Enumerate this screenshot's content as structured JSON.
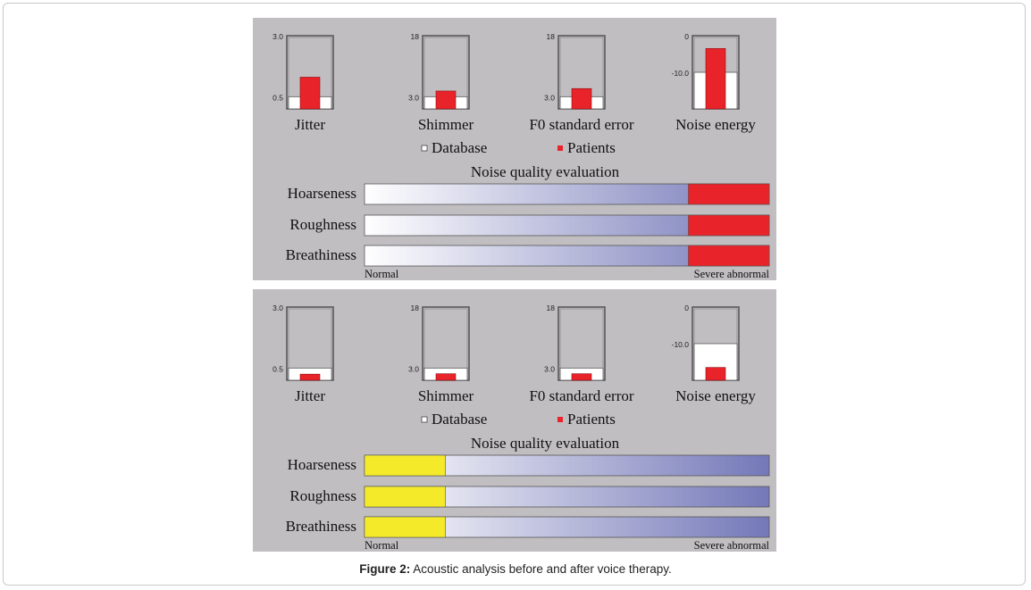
{
  "figure": {
    "caption_label": "Figure 2:",
    "caption_text": " Acoustic analysis before and after voice therapy."
  },
  "legend": {
    "database": "Database",
    "patients": "Patients"
  },
  "colors": {
    "panel_bg": "#c1bec1",
    "patient_bar": "#e8232a",
    "database_bar": "#ffffff",
    "quality_gradient_start": "#ffffff",
    "quality_gradient_end": "#7478b8",
    "severe_marker": "#e8232a",
    "normal_marker": "#f4ea2a"
  },
  "chart_data": [
    {
      "type": "bar",
      "panel": "before",
      "gauges": [
        {
          "label": "Jitter",
          "top_tick": "3.0",
          "ref_tick": "0.5",
          "ylim": [
            0,
            3.0
          ],
          "database": 0.5,
          "patient": 1.3
        },
        {
          "label": "Shimmer",
          "top_tick": "18",
          "ref_tick": "3.0",
          "ylim": [
            0,
            18
          ],
          "database": 3.0,
          "patient": 4.4
        },
        {
          "label": "F0 standard error",
          "top_tick": "18",
          "ref_tick": "3.0",
          "ylim": [
            0,
            18
          ],
          "database": 3.0,
          "patient": 5.0
        },
        {
          "label": "Noise energy",
          "top_tick": "0",
          "ref_tick": "-10.0",
          "ylim": [
            -20,
            0
          ],
          "database": -10.0,
          "patient": -3.5
        }
      ],
      "quality_title": "Noise quality evaluation",
      "quality_scale": {
        "min_label": "Normal",
        "max_label": "Severe abnormal"
      },
      "quality": [
        {
          "label": "Hoarseness",
          "marker_start": 0.8,
          "marker_end": 1.0,
          "color": "#e8232a"
        },
        {
          "label": "Roughness",
          "marker_start": 0.8,
          "marker_end": 1.0,
          "color": "#e8232a"
        },
        {
          "label": "Breathiness",
          "marker_start": 0.8,
          "marker_end": 1.0,
          "color": "#e8232a"
        }
      ]
    },
    {
      "type": "bar",
      "panel": "after",
      "gauges": [
        {
          "label": "Jitter",
          "top_tick": "3.0",
          "ref_tick": "0.5",
          "ylim": [
            0,
            3.0
          ],
          "database": 0.5,
          "patient": 0.25
        },
        {
          "label": "Shimmer",
          "top_tick": "18",
          "ref_tick": "3.0",
          "ylim": [
            0,
            18
          ],
          "database": 3.0,
          "patient": 1.6
        },
        {
          "label": "F0 standard error",
          "top_tick": "18",
          "ref_tick": "3.0",
          "ylim": [
            0,
            18
          ],
          "database": 3.0,
          "patient": 1.6
        },
        {
          "label": "Noise energy",
          "top_tick": "0",
          "ref_tick": "-10.0",
          "ylim": [
            -20,
            0
          ],
          "database": -10.0,
          "patient": -16.5
        }
      ],
      "quality_title": "Noise quality evaluation",
      "quality_scale": {
        "min_label": "Normal",
        "max_label": "Severe abnormal"
      },
      "quality": [
        {
          "label": "Hoarseness",
          "marker_start": 0.0,
          "marker_end": 0.2,
          "color": "#f4ea2a"
        },
        {
          "label": "Roughness",
          "marker_start": 0.0,
          "marker_end": 0.2,
          "color": "#f4ea2a"
        },
        {
          "label": "Breathiness",
          "marker_start": 0.0,
          "marker_end": 0.2,
          "color": "#f4ea2a"
        }
      ]
    }
  ]
}
